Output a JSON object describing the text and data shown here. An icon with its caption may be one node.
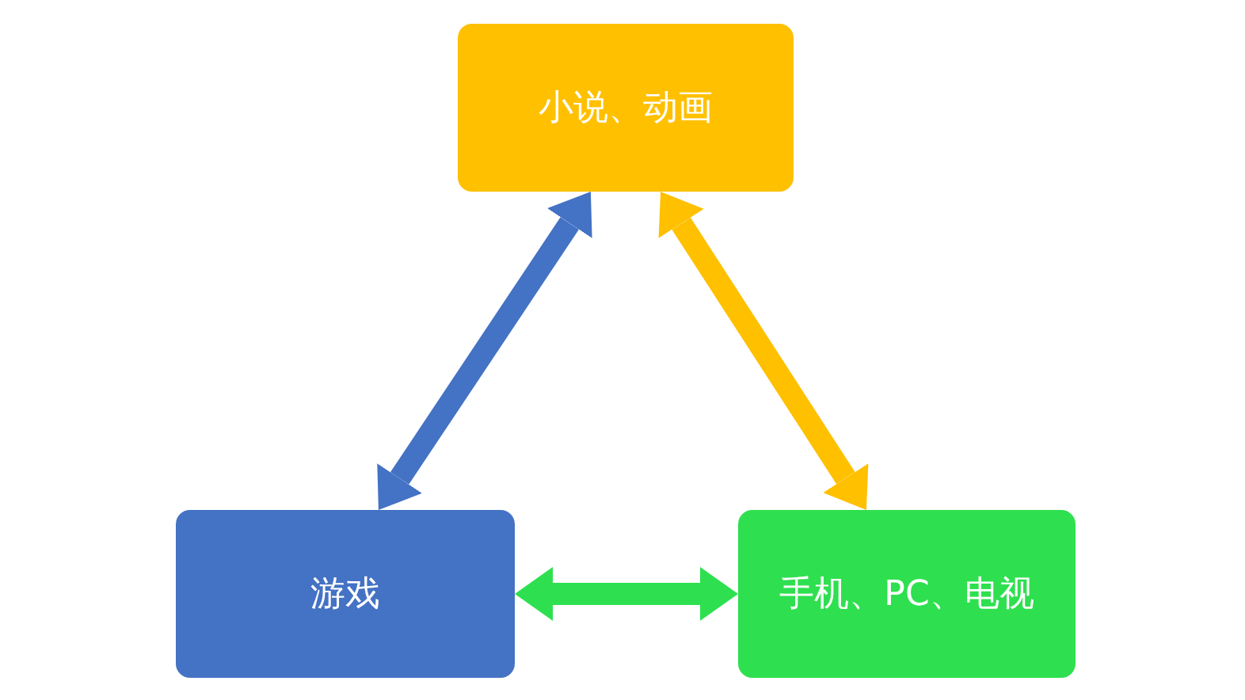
{
  "diagram": {
    "nodes": [
      {
        "text": [
          "小说、动画"
        ]
      },
      {
        "text": [
          "游戏"
        ]
      },
      {
        "text": [
          "手机、PC、电视"
        ]
      }
    ],
    "edges": [
      {
        "from": 0,
        "to": 1,
        "arrow": "both",
        "color": "#4472c4"
      },
      {
        "from": 0,
        "to": 2,
        "arrow": "both",
        "color": "#ffc000"
      },
      {
        "from": 1,
        "to": 2,
        "arrow": "both",
        "color": "#2ee04f"
      }
    ]
  }
}
